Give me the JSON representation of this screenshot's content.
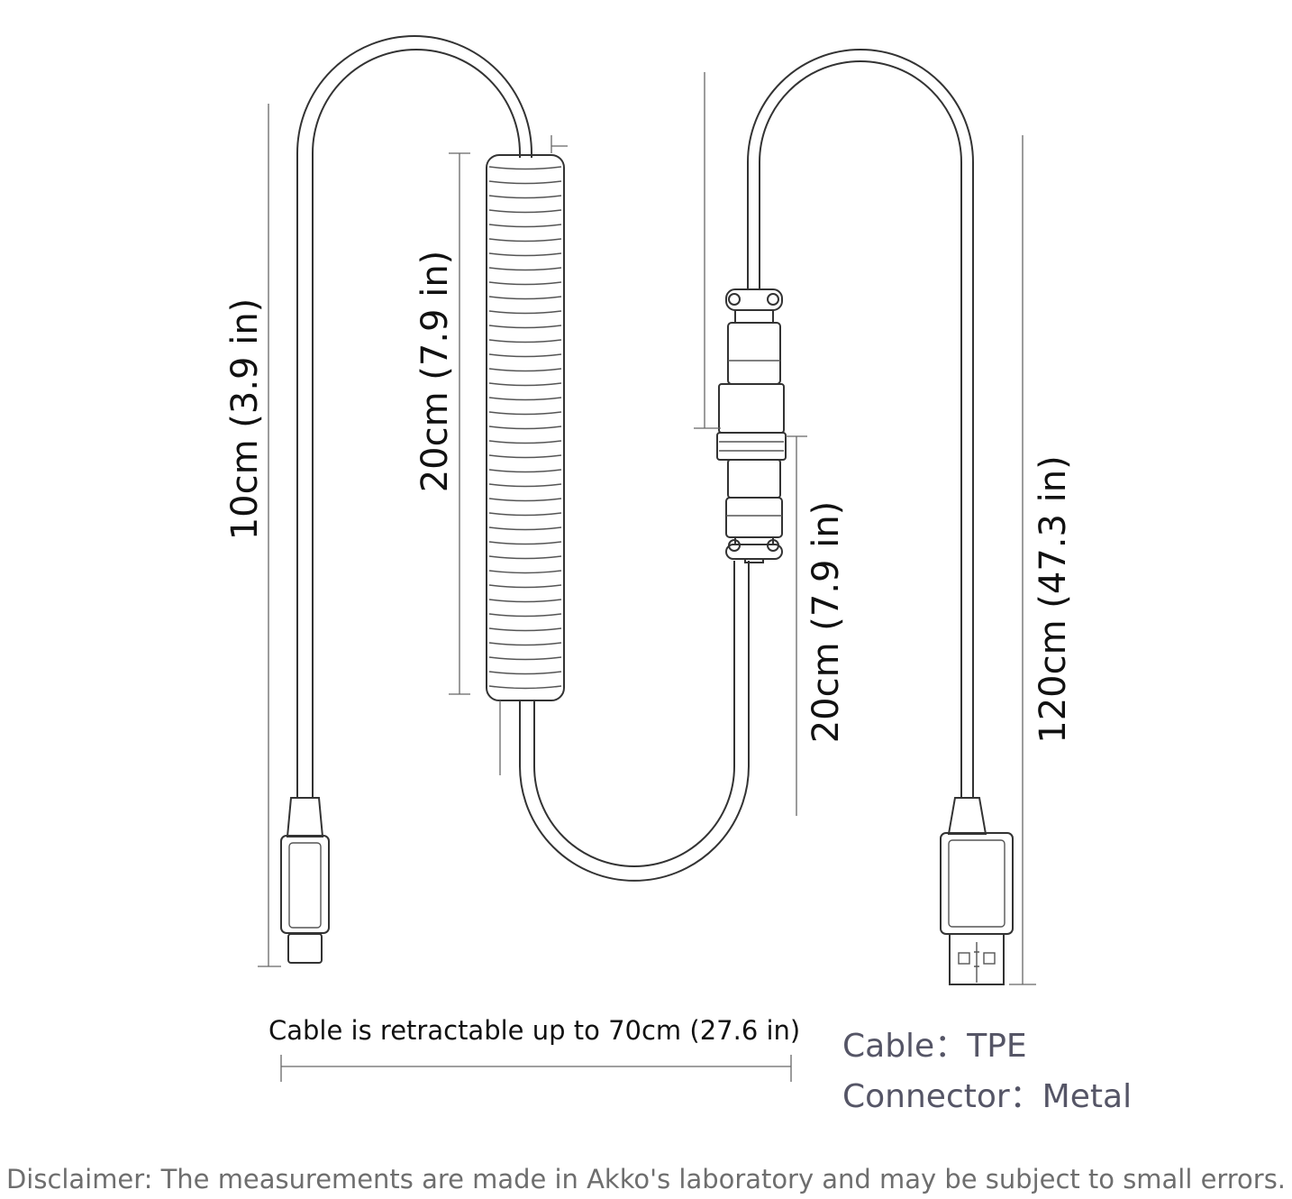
{
  "dimensions": {
    "left_segment": "10cm (3.9 in)",
    "coil_segment": "20cm (7.9 in)",
    "aviator_segment": "20cm (7.9 in)",
    "total_length": "120cm (47.3 in)",
    "retractable": "Cable is retractable up to 70cm (27.6 in)"
  },
  "specs": {
    "cable": "Cable：TPE",
    "connector": "Connector：Metal"
  },
  "disclaimer": "Disclaimer: The measurements are made in Akko's laboratory and may be subject to small errors.",
  "colors": {
    "outline": "#333333",
    "spec_text": "#555566",
    "disclaimer_text": "#6e6e6e"
  }
}
